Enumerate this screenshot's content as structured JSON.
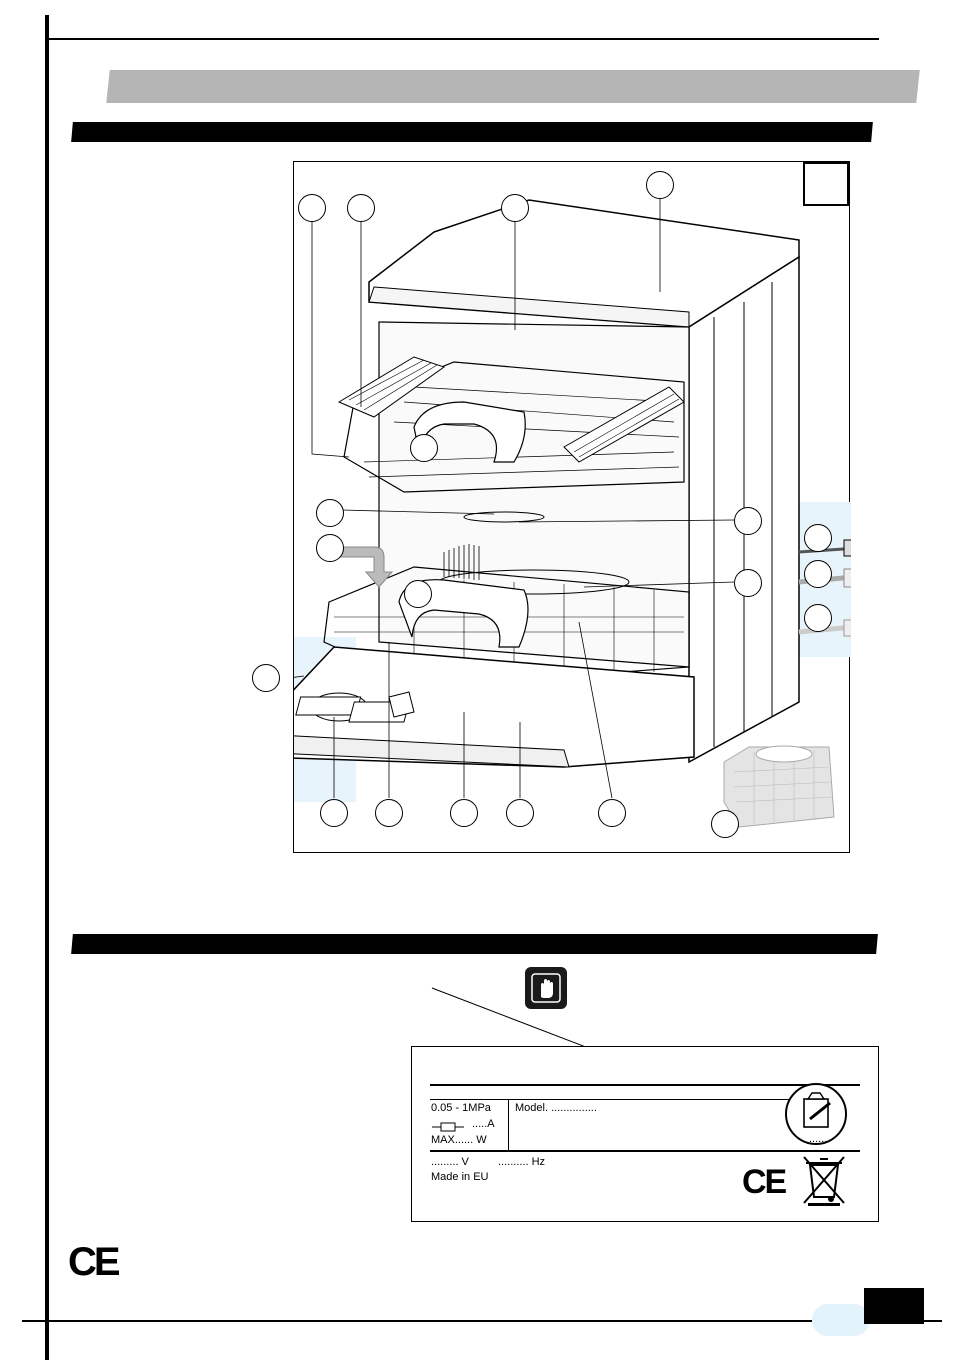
{
  "figure": {
    "letter": "",
    "callout_numbers": []
  },
  "rating_plate": {
    "pressure": "0.05 - 1MPa",
    "current": ".....A",
    "power": "MAX...... W",
    "model": "Model. ...............",
    "voltage": "......... V",
    "frequency": ".......... Hz",
    "origin": "Made in EU",
    "serial": "......",
    "ce_mark": "CE"
  },
  "ce_mark": "CE",
  "page_number": "",
  "icons": [
    "stop-hand-icon",
    "fuse-icon",
    "ce-mark-icon",
    "weee-bin-icon",
    "appliance-pictogram-icon"
  ]
}
